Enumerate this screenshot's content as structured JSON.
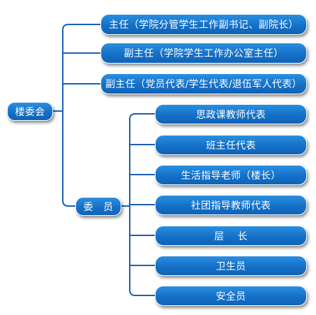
{
  "root": {
    "label": "楼委会"
  },
  "leaders": [
    {
      "label": "主任（学院分管学生工作副书记、副院长）"
    },
    {
      "label": "副主任（学院学生工作办公室主任）"
    },
    {
      "label": "副主任（党员代表/学生代表/退伍军人代表）"
    }
  ],
  "committee": {
    "label": "委　员",
    "members": [
      {
        "label": "思政课教师代表"
      },
      {
        "label": "班主任代表"
      },
      {
        "label": "生活指导老师（楼长）"
      },
      {
        "label": "社团指导教师代表"
      },
      {
        "label": "层　 长"
      },
      {
        "label": "卫生员"
      },
      {
        "label": "安全员"
      }
    ]
  },
  "colors": {
    "node_fill": "#1570c8",
    "connector": "#1b5fb3",
    "node_text": "#ffffff"
  }
}
